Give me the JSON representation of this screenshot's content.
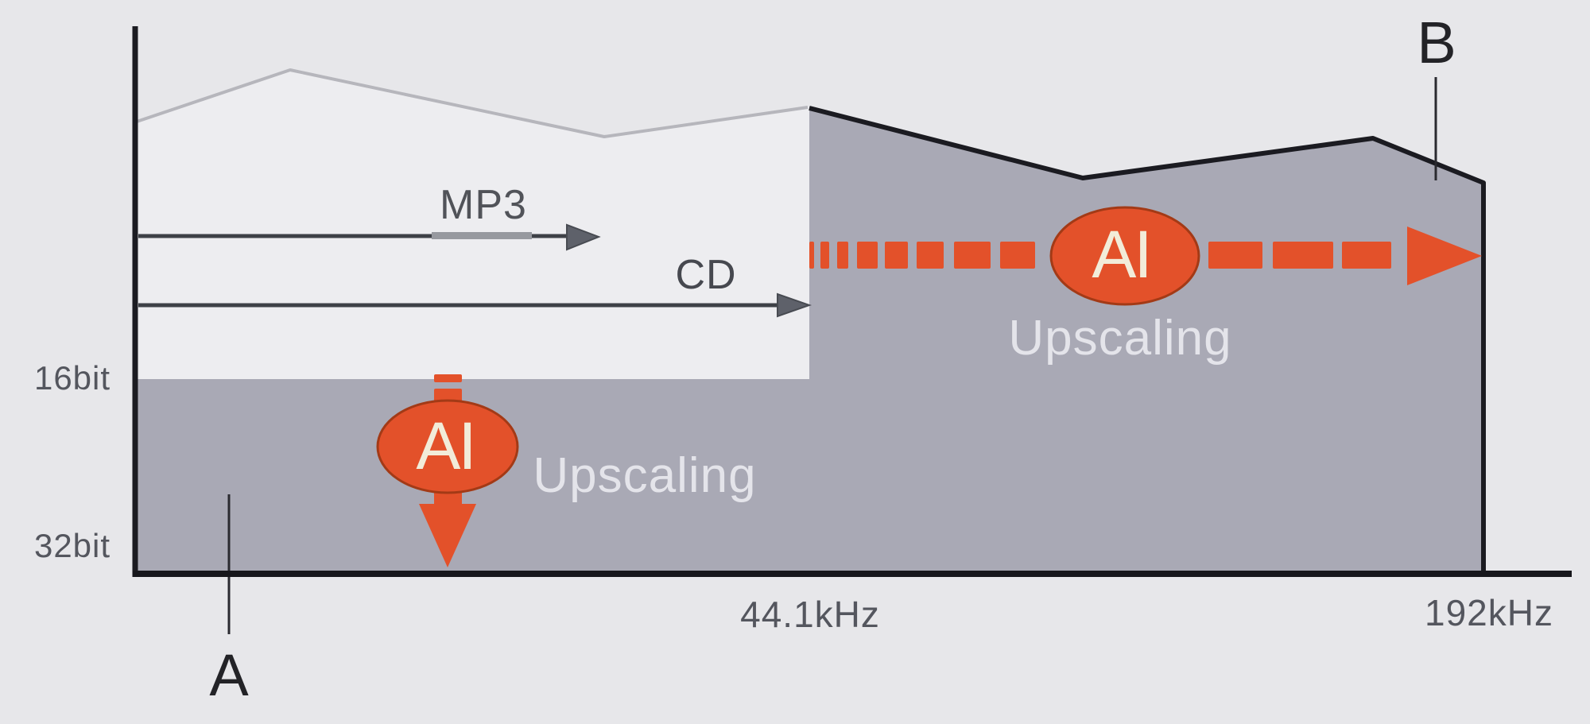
{
  "axis_labels": {
    "bit16": "16bit",
    "bit32": "32bit",
    "khz441": "44.1kHz",
    "khz192": "192kHz"
  },
  "source_arrows": {
    "mp3": "MP3",
    "cd": "CD"
  },
  "markers": {
    "a": "A",
    "b": "B"
  },
  "upscaling": {
    "bit_depth": {
      "badge": "AI",
      "caption": "Upscaling"
    },
    "sample_rate": {
      "badge": "AI",
      "caption": "Upscaling"
    }
  },
  "colors": {
    "background": "#E7E7EA",
    "source_region": "#EDEDF0",
    "source_outline": "#B6B6BC",
    "upscaled_region": "#A9A9B5",
    "upscaled_outline": "#1B1B21",
    "accent_orange": "#E3512A",
    "ai_badge_rim": "#A33A16",
    "ai_text": "#F2ECD9",
    "caption_text": "#E4E4EA",
    "label_text": "#54565E",
    "marker_text": "#232327"
  }
}
